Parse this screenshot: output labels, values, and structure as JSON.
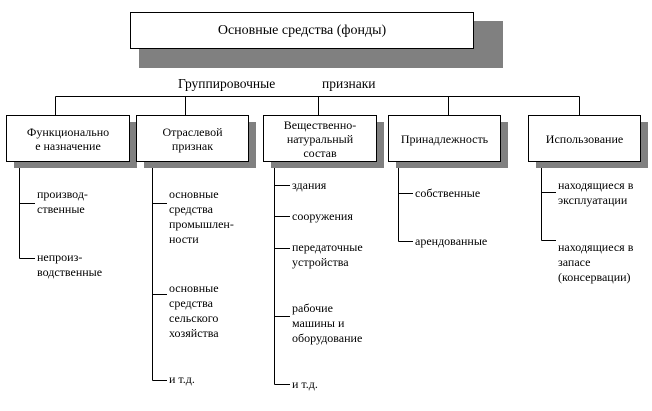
{
  "title": "Основные средства (фонды)",
  "grouping_label_1": "Группировочные",
  "grouping_label_2": "признаки",
  "categories": [
    {
      "label": "Функционально\nе назначение",
      "items": [
        "производ-\nственные",
        "непроиз-\nводственные"
      ]
    },
    {
      "label": "Отраслевой\nпризнак",
      "items": [
        "основные\nсредства\nпромышлен-\nности",
        "основные\nсредства\nсельского\nхозяйства",
        "и т.д."
      ]
    },
    {
      "label": "Вещественно-\nнатуральный\nсостав",
      "items": [
        "здания",
        "сооружения",
        "передаточные\nустройства",
        "рабочие\nмашины и\nоборудование",
        "и т.д."
      ]
    },
    {
      "label": "Принадлежность",
      "items": [
        "собственные",
        "арендованные"
      ]
    },
    {
      "label": "Использование",
      "items": [
        "находящиеся в\nэксплуатации",
        "находящиеся в\nзапасе\n(консервации)"
      ]
    }
  ]
}
